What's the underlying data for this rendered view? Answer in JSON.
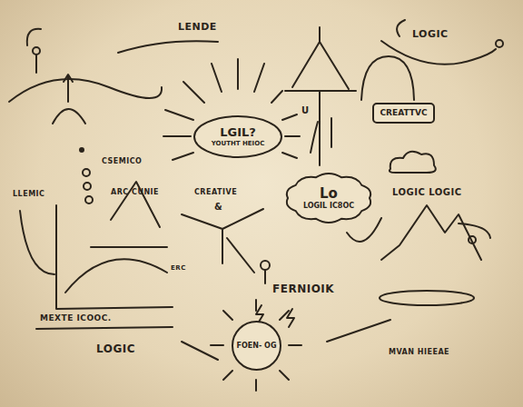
{
  "diagram": {
    "nodes": [
      {
        "text": [
          "LGIL?",
          "YOUTHT HEIOC"
        ]
      },
      {
        "text": [
          "CREATTVC"
        ]
      },
      {
        "text": [
          "Lo",
          "LOGIL IC8OC"
        ]
      },
      {
        "text": [
          "FOEN- OG"
        ]
      }
    ],
    "labels": [
      "LENDE",
      "LOGIC",
      "U",
      "CSEMICO",
      "LLEMIC",
      "ARC CUNIE",
      "CREATIVE",
      "&",
      "LOGIC LOGIC",
      "ERC",
      "FERNIOIK",
      "MEXTE ICOOC.",
      "LOGIC",
      "MVAN HIEEAE"
    ]
  }
}
